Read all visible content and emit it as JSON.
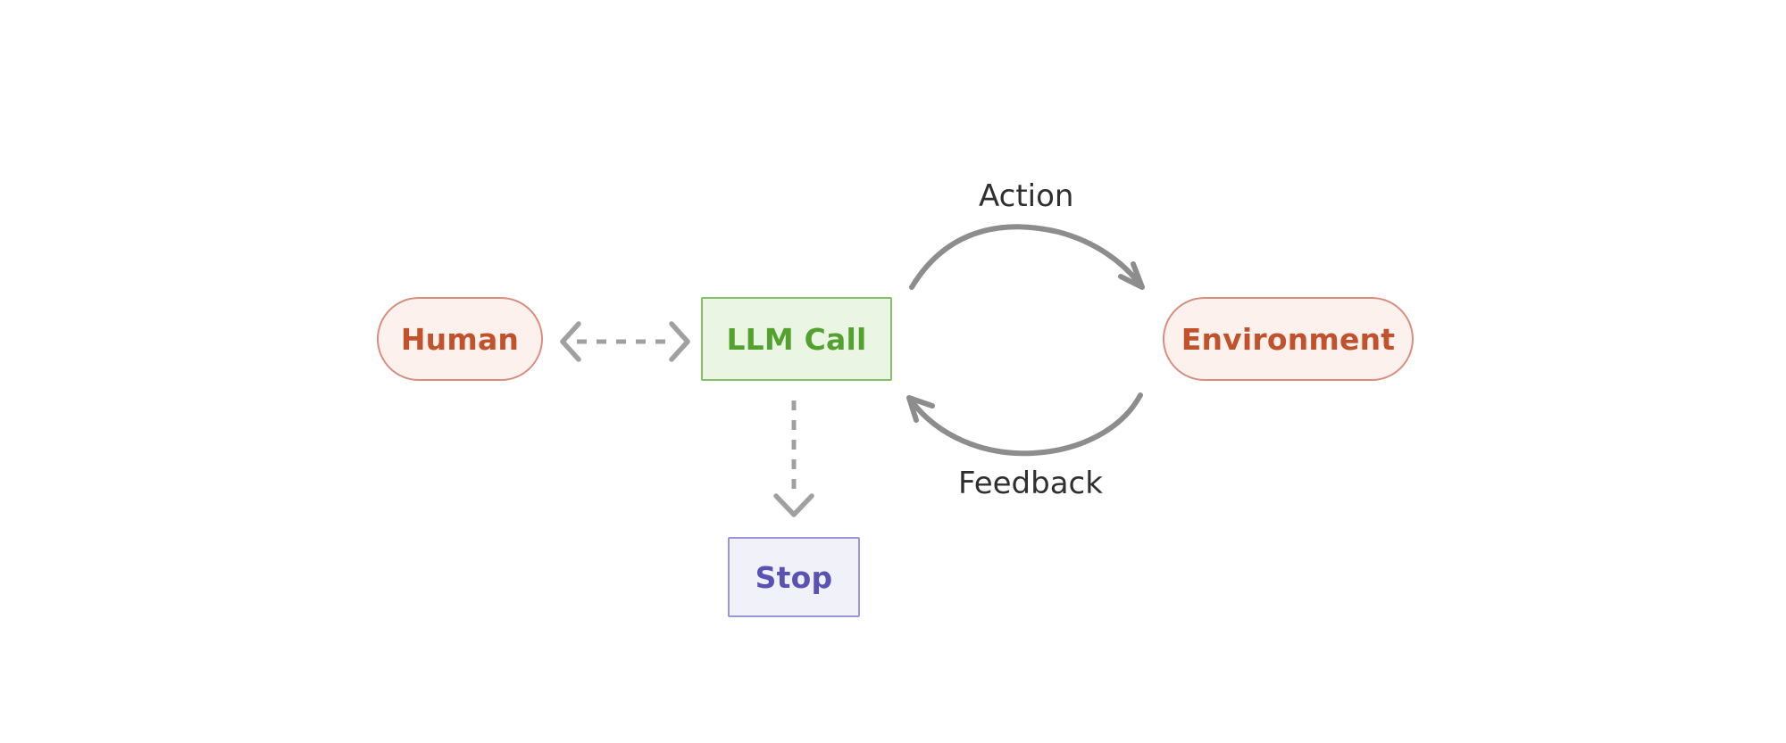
{
  "diagram": {
    "title": "Agent loop: human, LLM call, environment and stop",
    "background": "#ffffff",
    "nodes": {
      "human": {
        "label": "Human",
        "shape": "pill",
        "fill": "#fdf1ed",
        "border": "#d98d7c",
        "text_color": "#c1522c"
      },
      "llm_call": {
        "label": "LLM Call",
        "shape": "rectangle",
        "fill": "#eaf6e3",
        "border": "#86c066",
        "text_color": "#55a12f"
      },
      "environment": {
        "label": "Environment",
        "shape": "pill",
        "fill": "#fdf1ed",
        "border": "#d98d7c",
        "text_color": "#c1522c"
      },
      "stop": {
        "label": "Stop",
        "shape": "rectangle",
        "fill": "#f1f1fa",
        "border": "#9c96d6",
        "text_color": "#5b52b6"
      }
    },
    "edges": {
      "human_llm": {
        "label": "",
        "style": "dashed",
        "direction": "bidirectional",
        "color": "#9e9e9e",
        "from": "human",
        "to": "llm_call"
      },
      "llm_stop": {
        "label": "",
        "style": "dashed",
        "direction": "down",
        "color": "#9e9e9e",
        "from": "llm_call",
        "to": "stop"
      },
      "action": {
        "label": "Action",
        "style": "curved-solid",
        "direction": "llm_call-to-environment",
        "color": "#8a8a8a",
        "label_color": "#2f2f2f"
      },
      "feedback": {
        "label": "Feedback",
        "style": "curved-solid",
        "direction": "environment-to-llm_call",
        "color": "#8a8a8a",
        "label_color": "#2f2f2f"
      }
    }
  }
}
